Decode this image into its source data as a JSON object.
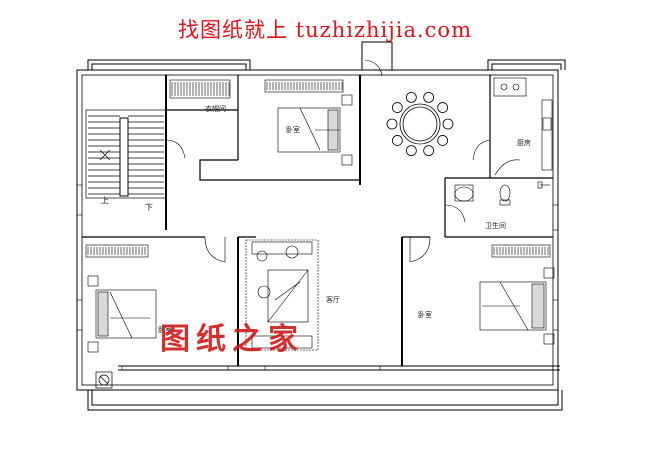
{
  "header": {
    "text": "找图纸就上 tuzhizhijia.com"
  },
  "rooms": {
    "closet": "衣帽间",
    "bedroom_top": "卧室",
    "kitchen": "厨房",
    "bathroom": "卫生间",
    "living_room": "客厅",
    "bedroom_left": "卧室",
    "bedroom_right": "卧室"
  },
  "stairs": {
    "up": "上",
    "down": "下"
  },
  "watermark": {
    "text": "图纸之家"
  },
  "colors": {
    "header": "#e1141b",
    "lines": "#000000",
    "watermark": "#d01a1a"
  }
}
